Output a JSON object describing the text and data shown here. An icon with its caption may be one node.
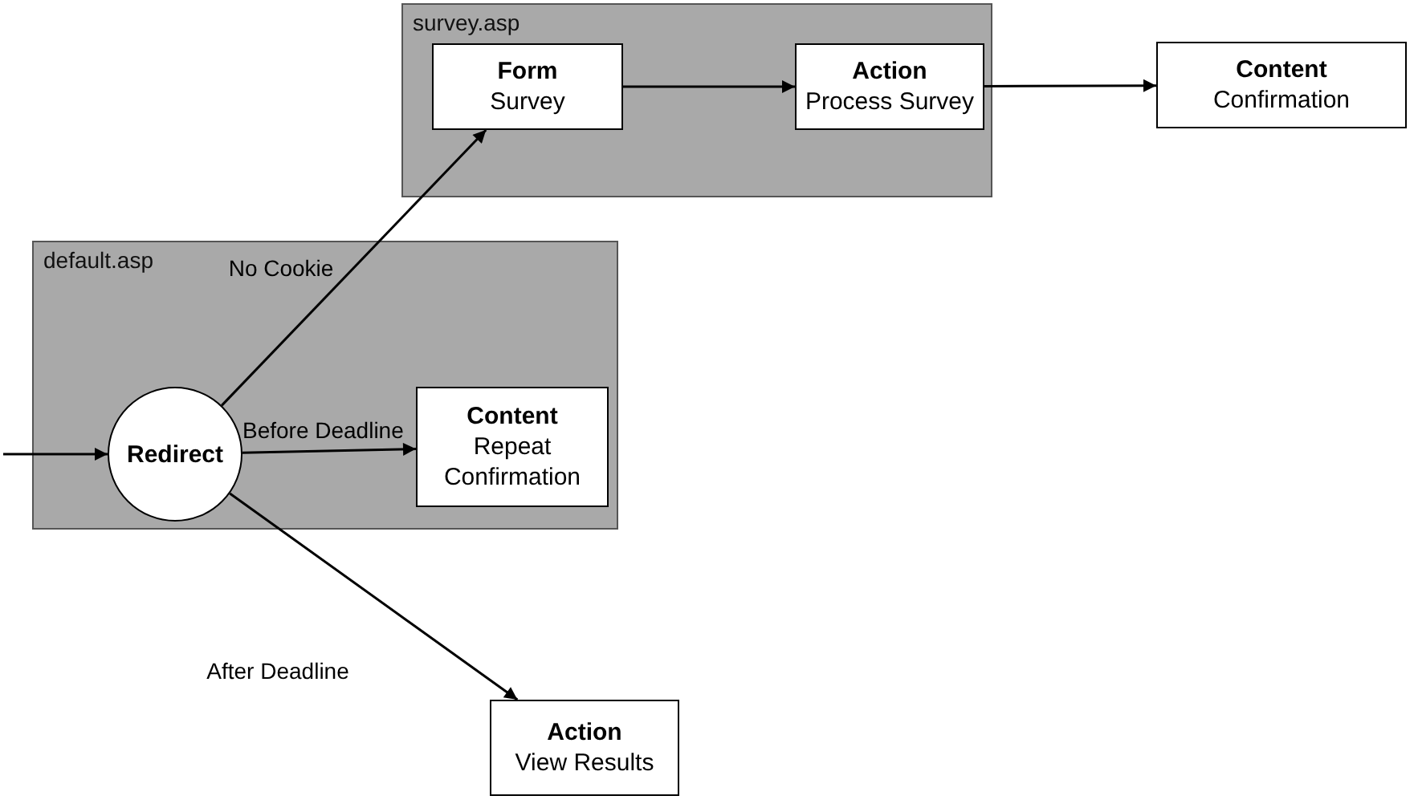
{
  "diagram": {
    "nodes": [
      {
        "text": [
          "survey.asp"
        ]
      },
      {
        "text": [
          "Form",
          "Survey"
        ],
        "in": 0
      },
      {
        "text": [
          "Action",
          "Process Survey"
        ],
        "in": 0
      },
      {
        "text": [
          "Content",
          "Confirmation"
        ]
      },
      {
        "text": [
          "default.asp"
        ]
      },
      {
        "text": [
          "Redirect"
        ],
        "in": 4
      },
      {
        "text": [
          "Content",
          "Repeat Confirmation"
        ],
        "in": 4
      },
      {
        "text": [
          "Action",
          "View Results"
        ]
      }
    ],
    "edges": [
      {
        "from": null,
        "to": 5,
        "arrow": "to"
      },
      {
        "from": 5,
        "to": 1,
        "arrow": "to",
        "label": "No Cookie"
      },
      {
        "from": 1,
        "to": 2,
        "arrow": "to"
      },
      {
        "from": 2,
        "to": 3,
        "arrow": "to"
      },
      {
        "from": 5,
        "to": 6,
        "arrow": "to",
        "label": "Before Deadline"
      },
      {
        "from": 5,
        "to": 7,
        "arrow": "to",
        "label": "After Deadline"
      }
    ]
  }
}
